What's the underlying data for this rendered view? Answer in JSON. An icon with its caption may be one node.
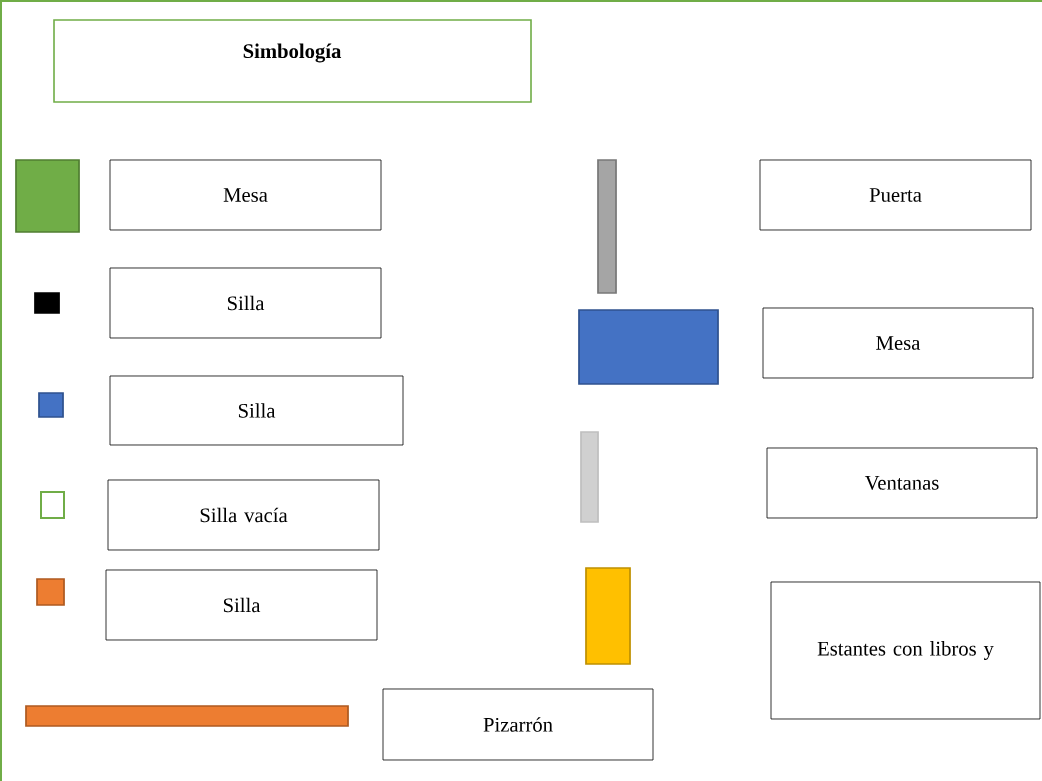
{
  "diagram": {
    "title": "Simbología",
    "legend": [
      {
        "text": "Mesa",
        "color": "#70ad47"
      },
      {
        "text": "Silla",
        "color": "#000000"
      },
      {
        "text": "Silla",
        "color": "#4472c4"
      },
      {
        "text": "Silla vacía",
        "color": "#70ad47"
      },
      {
        "text": "Silla",
        "color": "#ed7d31"
      },
      {
        "text": "Pizarrón",
        "color": "#ed7d31"
      },
      {
        "text": "Puerta",
        "color": "#a5a5a5"
      },
      {
        "text": "Mesa",
        "color": "#4472c4"
      },
      {
        "text": "Ventanas",
        "color": "#d0d0d0"
      },
      {
        "text": "Estantes con libros y",
        "color": "#ffc000"
      }
    ]
  }
}
